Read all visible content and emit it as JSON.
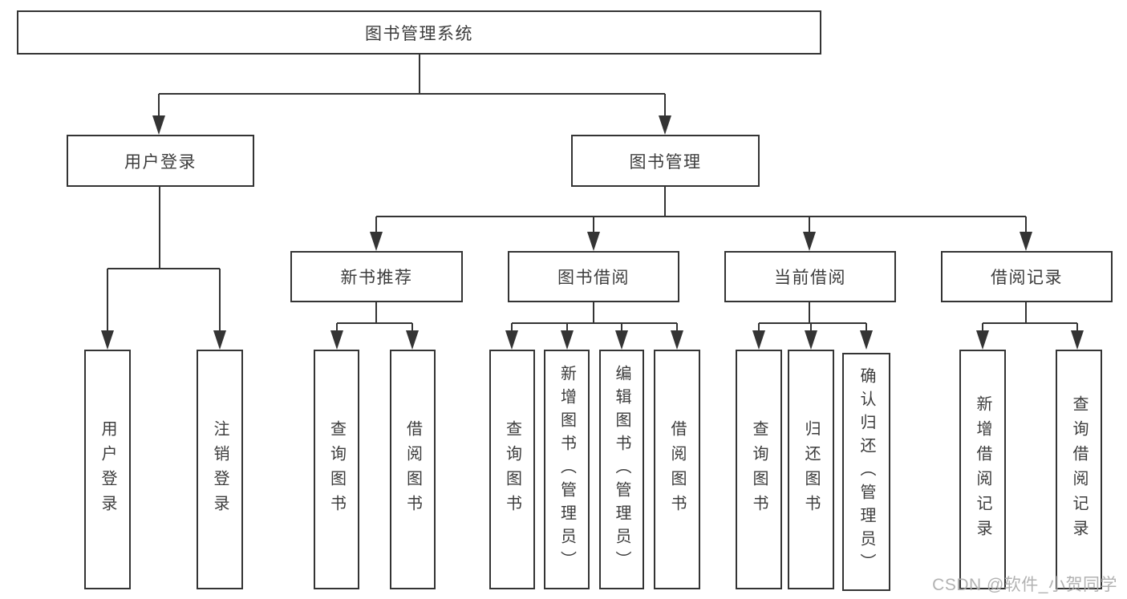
{
  "title": "图书管理系统",
  "tree": {
    "root": "图书管理系统",
    "branches": [
      {
        "label": "用户登录",
        "children": [
          "用户登录",
          "注销登录"
        ]
      },
      {
        "label": "图书管理",
        "sections": [
          {
            "label": "新书推荐",
            "children": [
              "查询图书",
              "借阅图书"
            ]
          },
          {
            "label": "图书借阅",
            "children": [
              "查询图书",
              "新增图书（管理员）",
              "编辑图书（管理员）",
              "借阅图书"
            ]
          },
          {
            "label": "当前借阅",
            "children": [
              "查询图书",
              "归还图书",
              "确认归还（管理员）"
            ]
          },
          {
            "label": "借阅记录",
            "children": [
              "新增借阅记录",
              "查询借阅记录"
            ]
          }
        ]
      }
    ]
  },
  "watermark": "CSDN @软件_小贺同学",
  "colors": {
    "line": "#343434",
    "text": "#3c3c3c",
    "watermark": "#ababab",
    "background": "#ffffff"
  }
}
